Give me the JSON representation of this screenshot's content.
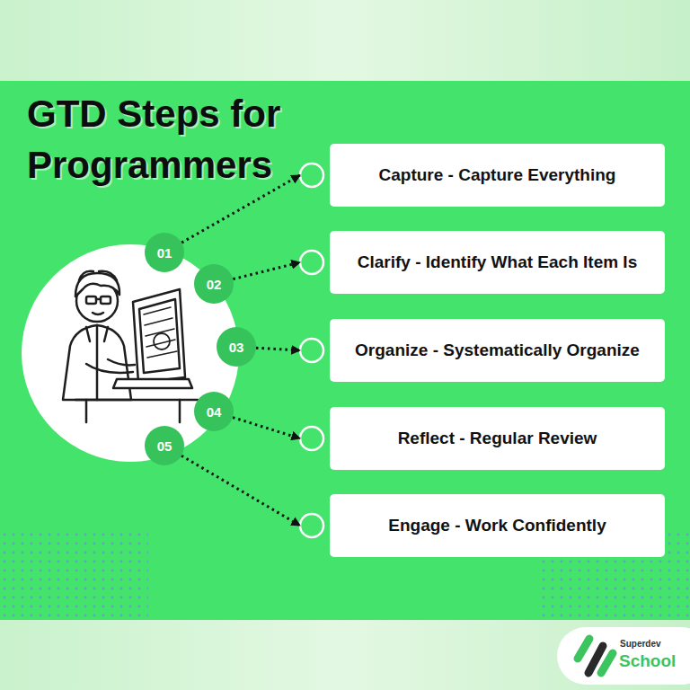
{
  "diagram": {
    "title": "GTD Steps for Programmers",
    "nodes": [
      {
        "text": [
          "Capture - Capture Everything"
        ]
      },
      {
        "text": [
          "Clarify - Identify What Each Item Is"
        ]
      },
      {
        "text": [
          "Organize - Systematically Organize"
        ]
      },
      {
        "text": [
          "Reflect - Regular Review"
        ]
      },
      {
        "text": [
          "Engage - Work Confidently"
        ]
      },
      {
        "text": [
          "01"
        ]
      },
      {
        "text": [
          "02"
        ]
      },
      {
        "text": [
          "03"
        ]
      },
      {
        "text": [
          "04"
        ]
      },
      {
        "text": [
          "05"
        ]
      }
    ],
    "edges": [
      {
        "from": 5,
        "to": 0,
        "arrow": "to"
      },
      {
        "from": 6,
        "to": 1,
        "arrow": "to"
      },
      {
        "from": 7,
        "to": 2,
        "arrow": "to"
      },
      {
        "from": 8,
        "to": 3,
        "arrow": "to"
      },
      {
        "from": 9,
        "to": 4,
        "arrow": "to"
      }
    ],
    "labels": [
      "Superdev",
      "School"
    ]
  }
}
